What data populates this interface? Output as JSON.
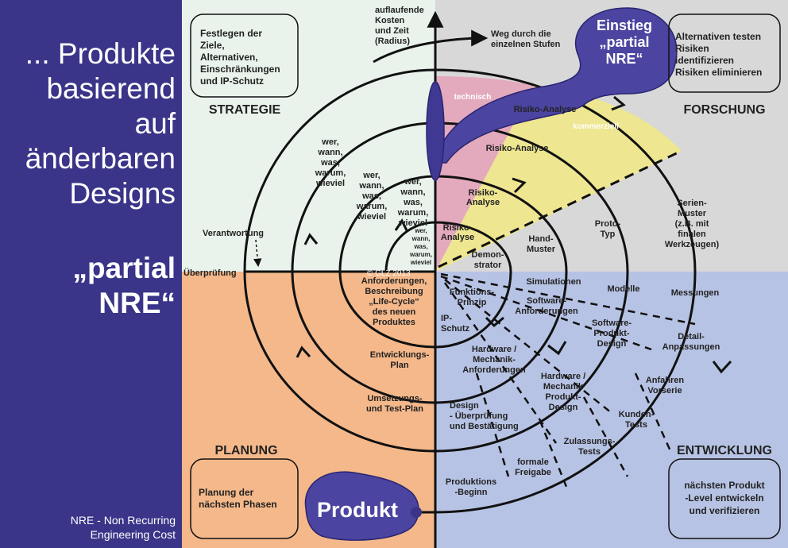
{
  "sidebar": {
    "headline": [
      "... Produkte",
      "basierend",
      "auf",
      "änderbaren",
      "Designs"
    ],
    "subtitle": [
      "„partial",
      "NRE“"
    ],
    "footnote": [
      "NRE - Non Recurring",
      "Engineering Cost"
    ]
  },
  "quadrants": {
    "strategy": {
      "title": "STRATEGIE",
      "box": [
        "Festlegen der",
        "Ziele,",
        "Alternativen,",
        "Einschränkungen",
        "und IP-Schutz"
      ]
    },
    "research": {
      "title": "FORSCHUNG",
      "box": [
        "Alternativen testen",
        "Risiken",
        "identifizieren",
        "Risiken eliminieren"
      ]
    },
    "planning": {
      "title": "PLANUNG",
      "box": [
        "Planung der",
        "nächsten Phasen"
      ]
    },
    "development": {
      "title": "ENTWICKLUNG",
      "box": [
        "nächsten Produkt",
        "-Level entwickeln",
        "und verifizieren"
      ]
    }
  },
  "axis": {
    "top_label": [
      "auflaufende",
      "Kosten",
      "und Zeit",
      "(Radius)"
    ],
    "path_label": [
      "Weg durch die",
      "einzelnen Stufen"
    ],
    "left_label": "Überprüfung",
    "responsibility": "Verantwortung",
    "copyright": "© GLZ 2013"
  },
  "entry": {
    "lines": [
      "Einstieg",
      "„partial",
      "NRE“"
    ]
  },
  "product": {
    "label": "Produkt"
  },
  "risk": {
    "technical": "technisch",
    "commercial": "kommerziell",
    "labels": [
      [
        "Risiko-Analyse"
      ],
      [
        "Risiko-Analyse"
      ],
      [
        "Risiko-",
        "Analyse"
      ],
      [
        "Risiko-",
        "Analyse"
      ]
    ]
  },
  "prototypes": {
    "demo": [
      "Demon-",
      "strator"
    ],
    "hand": [
      "Hand-",
      "Muster"
    ],
    "proto": [
      "Proto-",
      "Typ"
    ],
    "serial": [
      "Serien-",
      "Muster",
      "(z.B. mit",
      "finalen",
      "Werkzeugen)"
    ]
  },
  "questions": {
    "outer": [
      "wer,",
      "wann,",
      "was,",
      "warum,",
      "wieviel"
    ],
    "mid": [
      "wer,",
      "wann,",
      "was,",
      "warum,",
      "wieviel"
    ],
    "inner": [
      "wer,",
      "wann,",
      "was,",
      "warum,",
      "wieviel"
    ],
    "core": [
      "wer,",
      "wann,",
      "was,",
      "warum,",
      "wieviel"
    ]
  },
  "planning_items": {
    "req": [
      "Anforderungen,",
      "Beschreibung",
      "„Life-Cycle“",
      "des neuen",
      "Produktes"
    ],
    "dev": [
      "Entwicklungs-",
      "Plan"
    ],
    "impl": [
      "Umsetzungs-",
      "und Test-Plan"
    ]
  },
  "dev_items": {
    "func": [
      "Funktions-",
      "Prinzip"
    ],
    "ip": [
      "IP-",
      "Schutz"
    ],
    "sim": [
      "Simulationen"
    ],
    "swreq": [
      "Software-",
      "Anforderungen"
    ],
    "models": [
      "Modelle"
    ],
    "measure": [
      "Messungen"
    ],
    "swdesign": [
      "Software-",
      "Produkt-",
      "Design"
    ],
    "detail": [
      "Detail-",
      "Anpassungen"
    ],
    "hwreq": [
      "Hardware /",
      "Mechanik-",
      "Anforderungen"
    ],
    "hwdesign": [
      "Hardware /",
      "Mechanik",
      "Produkt-",
      "Design"
    ],
    "startup": [
      "Anfahren",
      "Vorserie"
    ],
    "designcheck": [
      "Design",
      "- Überprüfung",
      "und Bestätigung"
    ],
    "customer": [
      "Kunden-",
      "Tests"
    ],
    "approval": [
      "Zulassungs-",
      "Tests"
    ],
    "release": [
      "formale",
      "Freigabe"
    ],
    "production": [
      "Produktions",
      "-Beginn"
    ]
  }
}
